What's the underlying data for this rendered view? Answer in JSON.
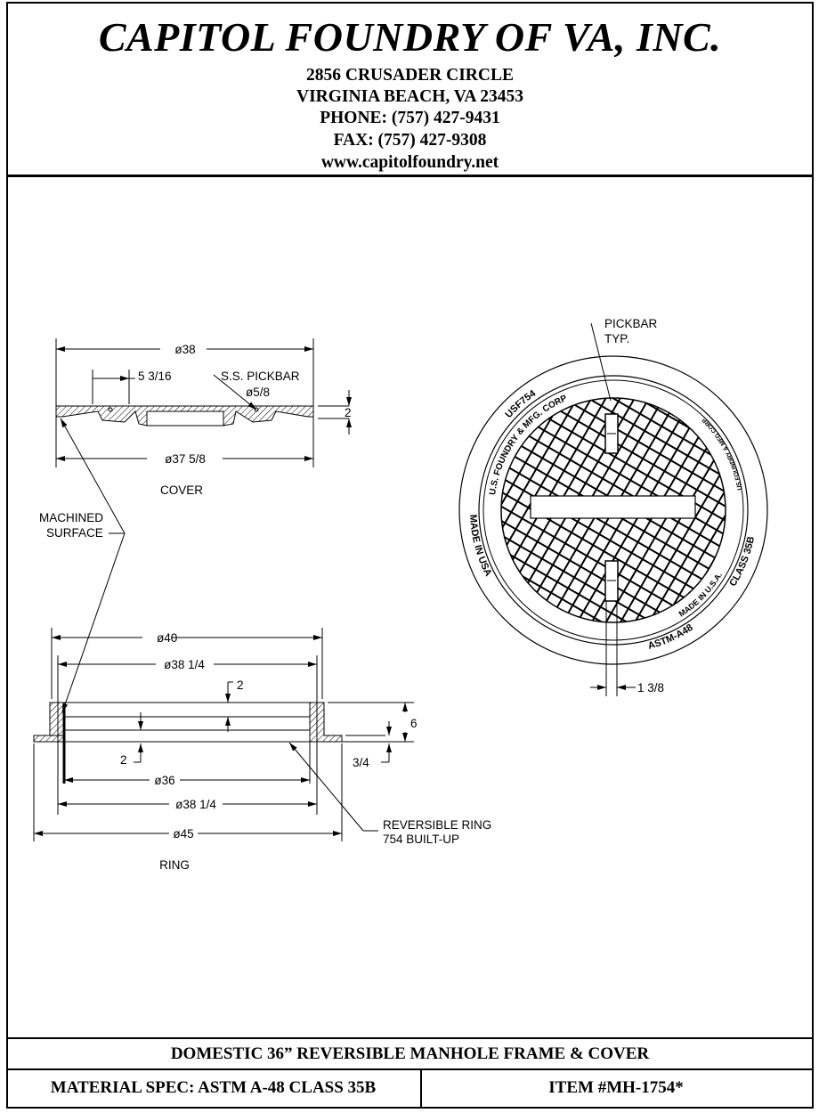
{
  "header": {
    "company": "CAPITOL FOUNDRY OF VA, INC.",
    "address": "2856 CRUSADER CIRCLE",
    "city": "VIRGINIA BEACH, VA 23453",
    "phone": "PHONE: (757) 427-9431",
    "fax": "FAX: (757) 427-9308",
    "website": "www.capitolfoundry.net"
  },
  "cover": {
    "dia_outer": "ø38",
    "pick_offset": "5 3/16",
    "pickbar_label": "S.S. PICKBAR",
    "pickbar_dia": "ø5/8",
    "thickness": "2",
    "dia_bottom": "ø37 5/8",
    "label": "COVER"
  },
  "machined": {
    "line1": "MACHINED",
    "line2": "SURFACE"
  },
  "ring": {
    "dia_40": "ø40",
    "dia_38_top": "ø38 1/4",
    "top_2": "2",
    "height_6": "6",
    "bottom_2": "2",
    "flange_3_4": "3/4",
    "dia_36": "ø36",
    "dia_38_bottom": "ø38 1/4",
    "dia_45": "ø45",
    "label": "RING",
    "note1": "REVERSIBLE RING",
    "note2": "754 BUILT-UP"
  },
  "plan": {
    "pickbar1": "PICKBAR",
    "pickbar2": "TYP.",
    "slot_width": "1 3/8",
    "rim_usf": "USF754",
    "rim_usfoundry_outer": "US FOUNDRY & MFG CORP.",
    "rim_usfoundry_inner": "U.S. FOUNDRY & MFG. CORP",
    "rim_made_left": "MADE IN USA",
    "rim_class": "CLASS 35B",
    "rim_astm": "ASTM-A48",
    "rim_made_inner": "MADE IN U.S.A."
  },
  "footer": {
    "title": "DOMESTIC 36” REVERSIBLE MANHOLE FRAME & COVER",
    "material": "MATERIAL SPEC:  ASTM A-48 CLASS 35B",
    "item": "ITEM #MH-1754*"
  }
}
